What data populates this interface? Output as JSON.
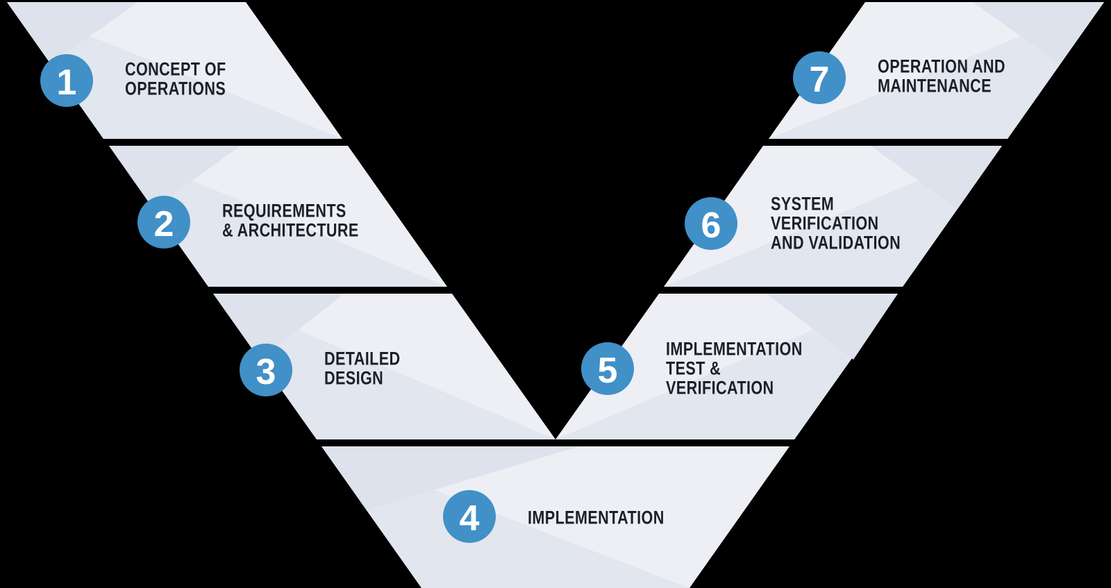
{
  "diagram": {
    "name": "v-model-process-diagram",
    "colors": {
      "background": "#000000",
      "accent": "#4190c7",
      "segment_base": "#edeff5",
      "segment_shade": "#e2e6ef",
      "segment_wedge": "#dee2ec",
      "label_text": "#1c1f26",
      "number_text": "#ffffff"
    },
    "stages": [
      {
        "number": "1",
        "label_lines": [
          "CONCEPT OF",
          "OPERATIONS"
        ]
      },
      {
        "number": "2",
        "label_lines": [
          "REQUIREMENTS",
          "& ARCHITECTURE"
        ]
      },
      {
        "number": "3",
        "label_lines": [
          "DETAILED",
          "DESIGN"
        ]
      },
      {
        "number": "4",
        "label_lines": [
          "IMPLEMENTATION"
        ]
      },
      {
        "number": "5",
        "label_lines": [
          "IMPLEMENTATION",
          "TEST &",
          "VERIFICATION"
        ]
      },
      {
        "number": "6",
        "label_lines": [
          "SYSTEM",
          "VERIFICATION",
          "AND VALIDATION"
        ]
      },
      {
        "number": "7",
        "label_lines": [
          "OPERATION AND",
          "MAINTENANCE"
        ]
      }
    ]
  }
}
